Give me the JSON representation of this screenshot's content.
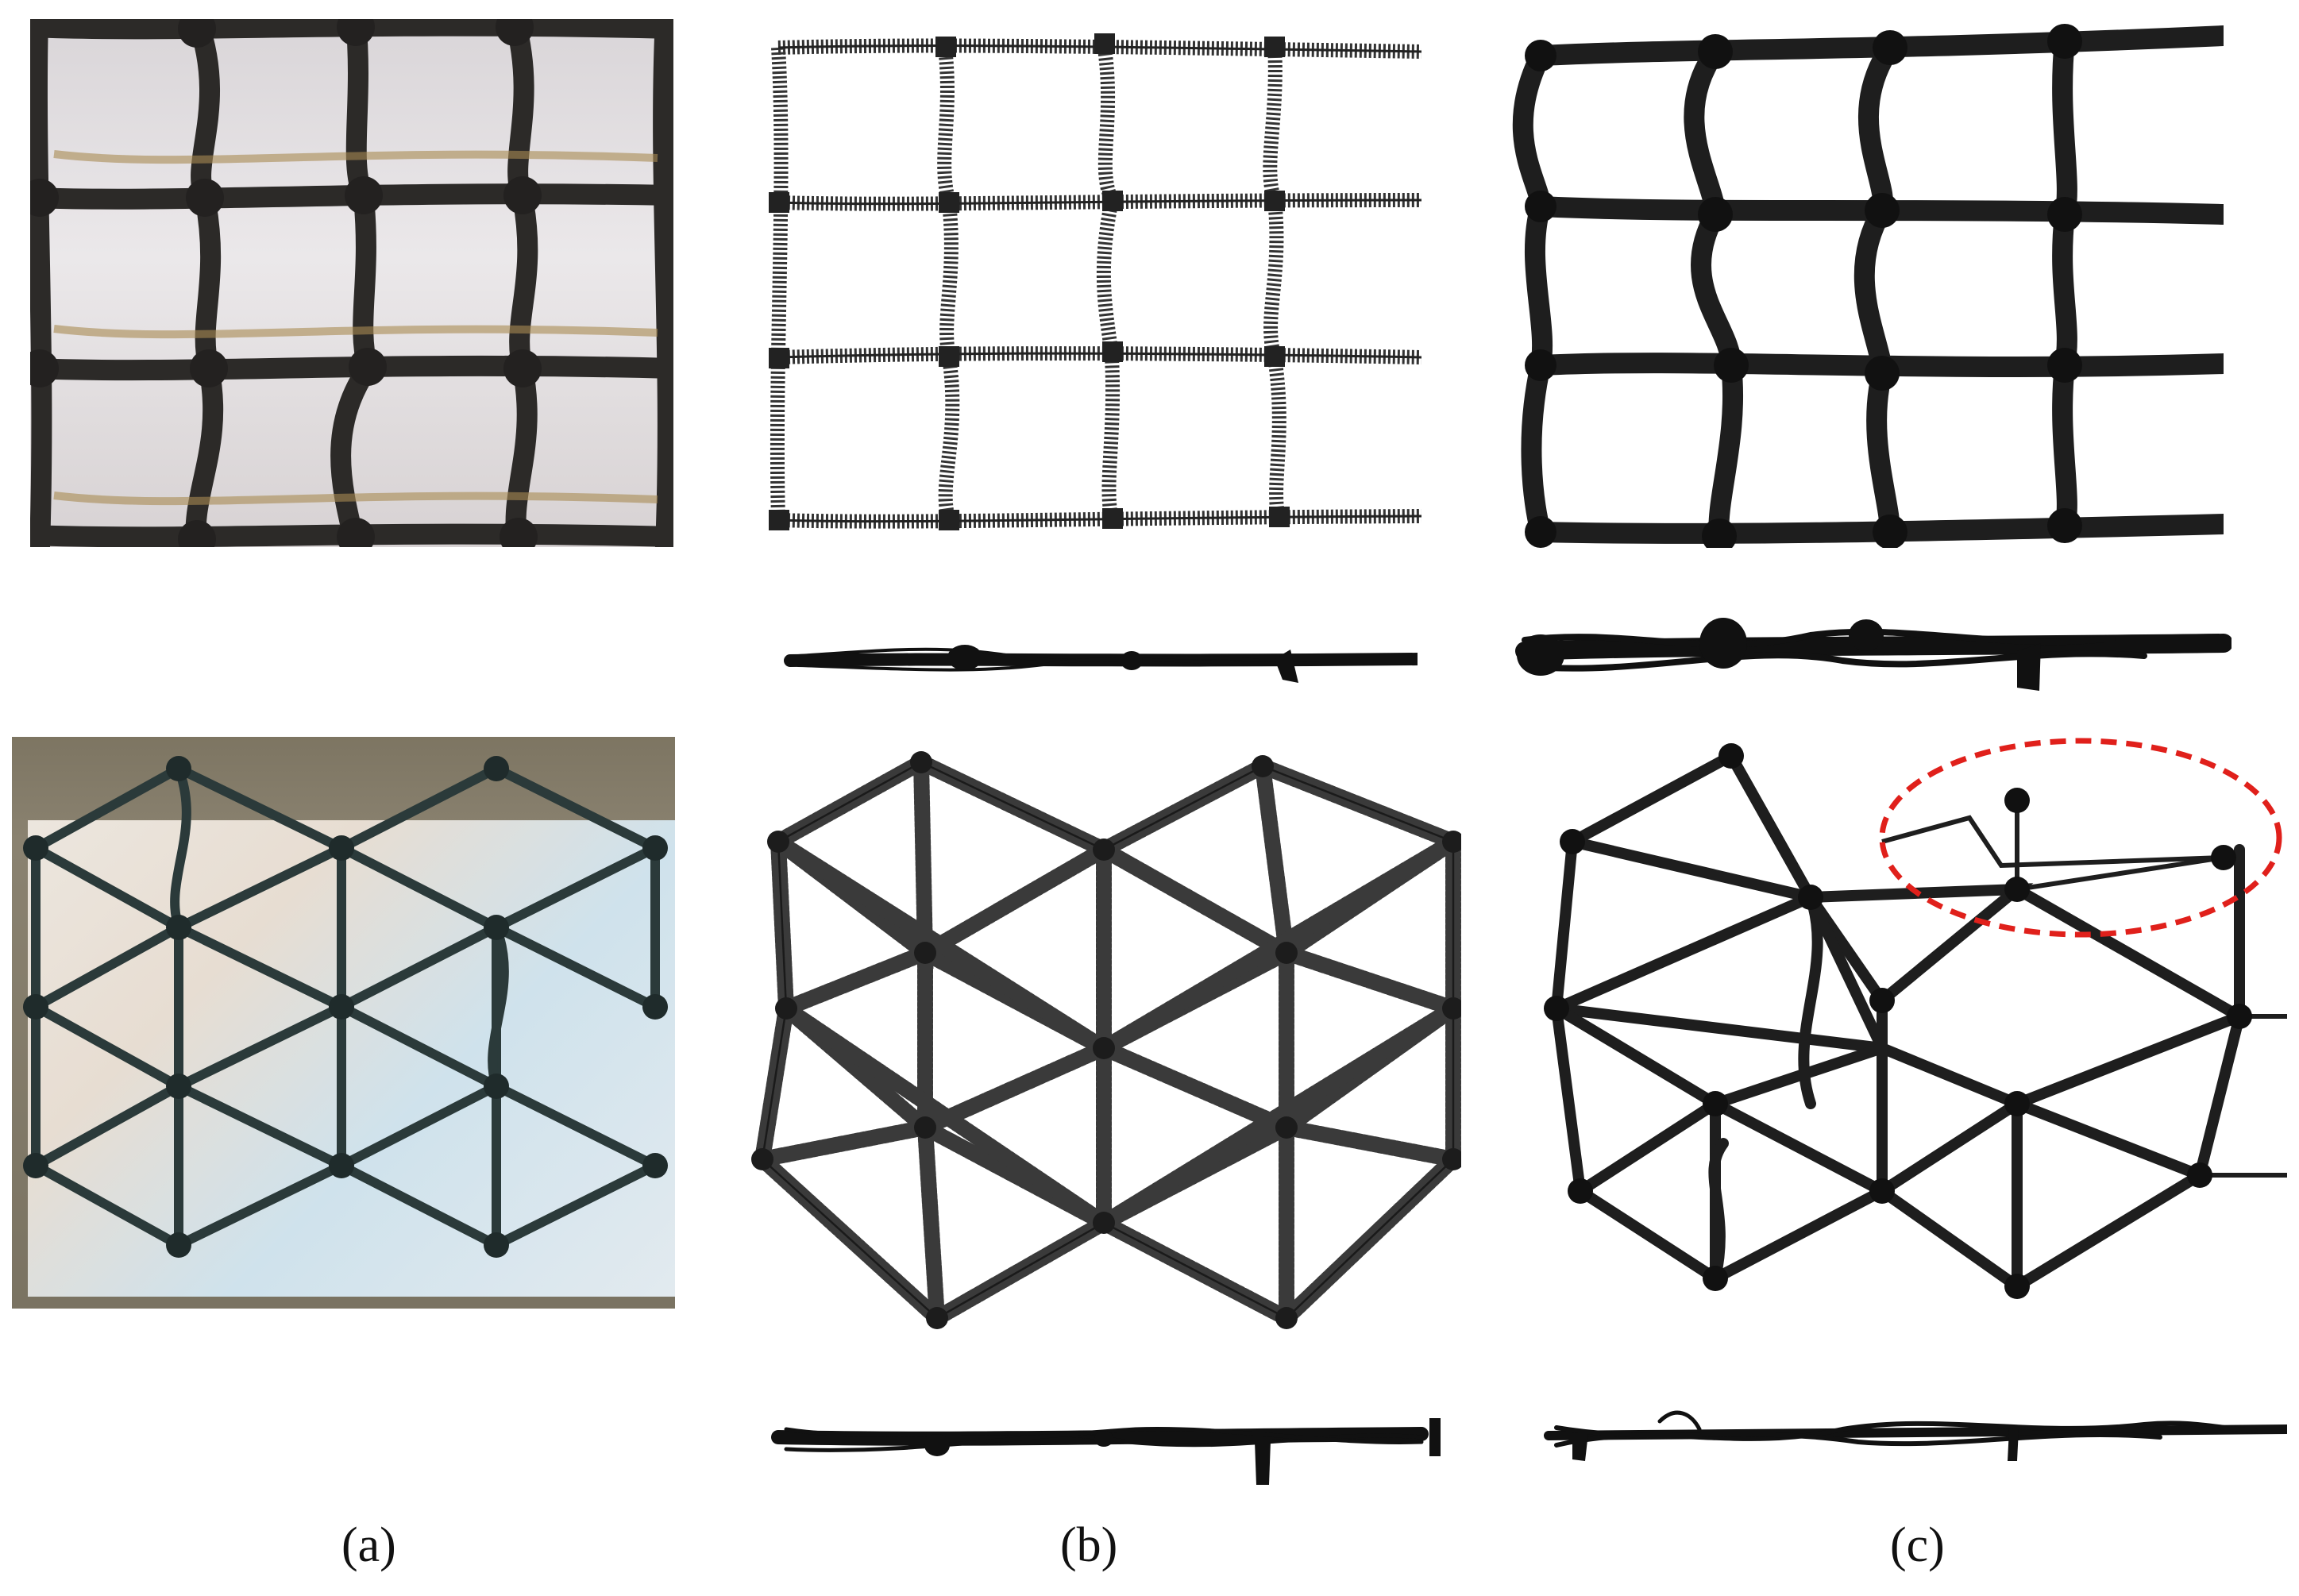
{
  "captions": {
    "a": "(a)",
    "b": "(b)",
    "c": "(c)"
  },
  "colors": {
    "photo_sheet_top": "#e6e3e6",
    "photo_sheet_bottom": "#dfe8ee",
    "photo_ground": "#7c7463",
    "strand_dark": "#2a2a2a",
    "mesh_strand": "#3a3a3a",
    "highlight_ellipse": "#e0201b"
  }
}
